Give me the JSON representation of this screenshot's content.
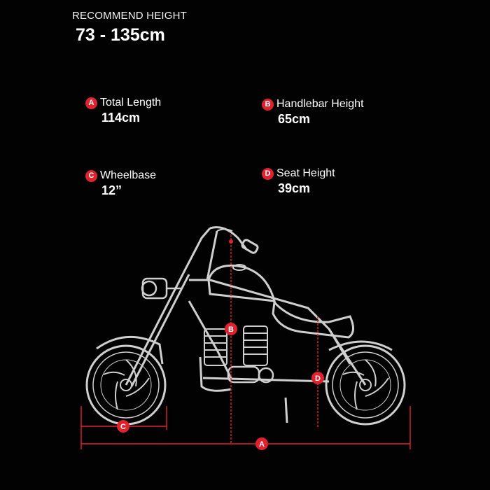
{
  "header": {
    "label": "RECOMMEND HEIGHT",
    "value": "73 - 135cm"
  },
  "specs": [
    {
      "letter": "A",
      "label": "Total Length",
      "value": "114cm"
    },
    {
      "letter": "B",
      "label": "Handlebar Height",
      "value": "65cm"
    },
    {
      "letter": "C",
      "label": "Wheelbase",
      "value": "12”"
    },
    {
      "letter": "D",
      "label": "Seat Height",
      "value": "39cm"
    }
  ],
  "markers": {
    "a": "A",
    "b": "B",
    "c": "C",
    "d": "D"
  },
  "colors": {
    "background": "#020202",
    "accent": "#e0222f",
    "line_art": "#cfcfcf"
  }
}
